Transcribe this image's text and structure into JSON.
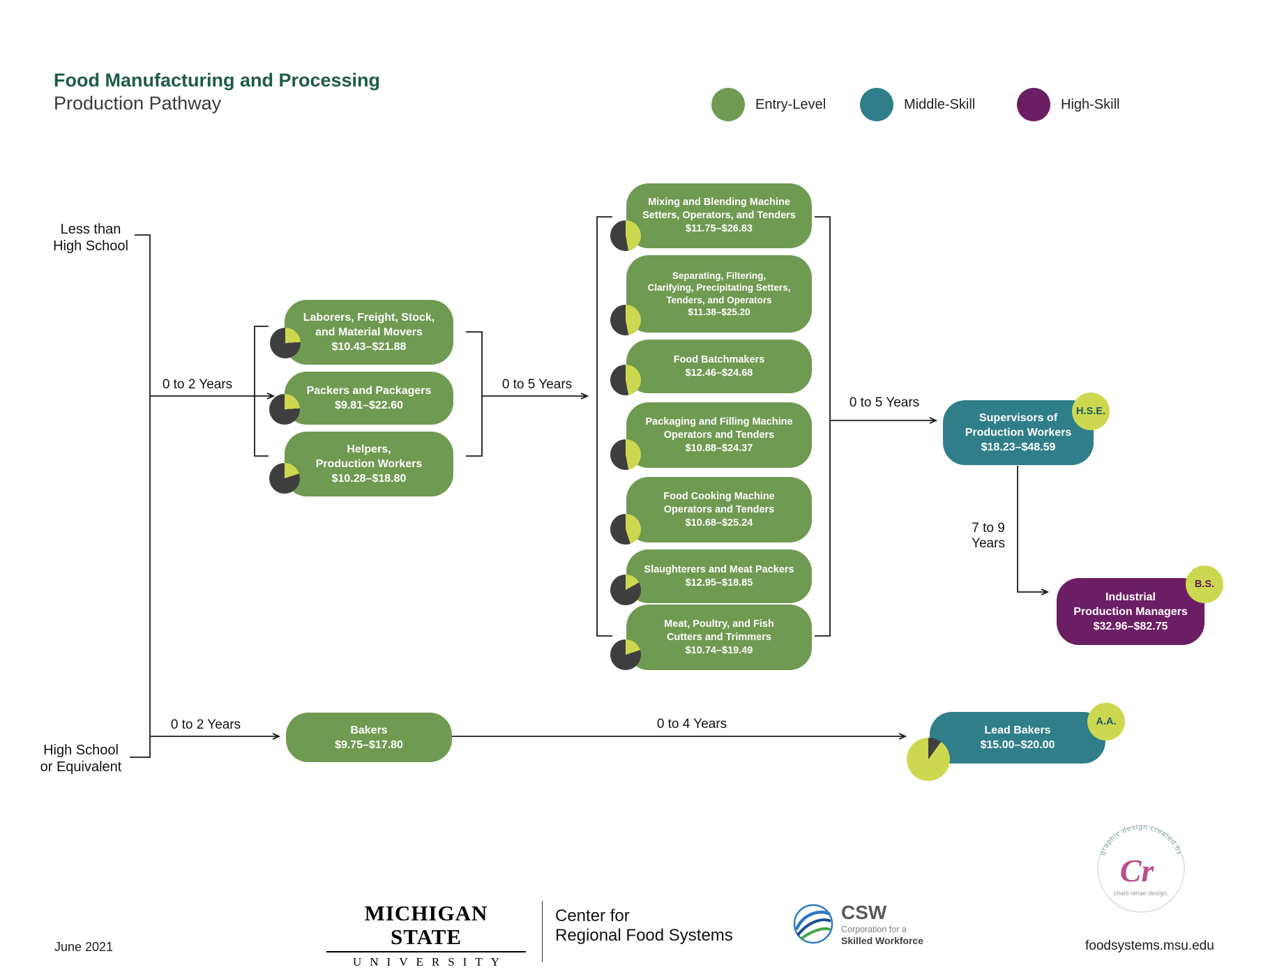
{
  "title": "Food Manufacturing and Processing",
  "subtitle": "Production Pathway",
  "legend": [
    {
      "label": "Entry-Level",
      "color": "#6f9a52"
    },
    {
      "label": "Middle-Skill",
      "color": "#2f7e89"
    },
    {
      "label": "High-Skill",
      "color": "#6b1e63"
    }
  ],
  "colors": {
    "entry_green": "#6f9a52",
    "middle_teal": "#2f7e89",
    "high_purple": "#6b1e63",
    "pie_lime": "#ccd850",
    "pie_dark": "#3f3e3e",
    "title_green": "#1e5b4a",
    "line_black": "#1a1a1a"
  },
  "entry_points": [
    {
      "label": "Less than\nHigh School"
    },
    {
      "label": "High School\nor Equivalent"
    }
  ],
  "flow_labels": {
    "lt_hs_to_entry": "0 to 2 Years",
    "entry_to_operators": "0 to 5 Years",
    "operators_to_supervisors": "0 to 5 Years",
    "supervisors_to_managers": "7 to 9\nYears",
    "hs_to_bakers": "0 to 2 Years",
    "bakers_to_lead_bakers": "0 to 4 Years"
  },
  "jobs": [
    {
      "title": "Laborers, Freight, Stock,\nand Material Movers",
      "salary": "$10.43–$21.88",
      "level": "entry",
      "pie": {
        "fraction": 0.24
      }
    },
    {
      "title": "Packers and Packagers",
      "salary": "$9.81–$22.60",
      "level": "entry",
      "pie": {
        "fraction": 0.24
      }
    },
    {
      "title": "Helpers,\nProduction Workers",
      "salary": "$10.28–$18.80",
      "level": "entry",
      "pie": {
        "fraction": 0.2
      }
    },
    {
      "title": "Mixing and Blending Machine\nSetters, Operators, and Tenders",
      "salary": "$11.75–$26.83",
      "level": "entry",
      "pie": {
        "fraction": 0.47
      }
    },
    {
      "title": "Separating, Filtering,\nClarifying, Precipitating Setters,\nTenders, and Operators",
      "salary": "$11.38–$25.20",
      "level": "entry",
      "pie": {
        "fraction": 0.47
      }
    },
    {
      "title": "Food Batchmakers",
      "salary": "$12.46–$24.68",
      "level": "entry",
      "pie": {
        "fraction": 0.47
      }
    },
    {
      "title": "Packaging and Filling Machine\nOperators and Tenders",
      "salary": "$10.88–$24.37",
      "level": "entry",
      "pie": {
        "fraction": 0.47
      }
    },
    {
      "title": "Food Cooking Machine\nOperators and Tenders",
      "salary": "$10.68–$25.24",
      "level": "entry",
      "pie": {
        "fraction": 0.45
      }
    },
    {
      "title": "Slaughterers and Meat Packers",
      "salary": "$12.95–$18.85",
      "level": "entry",
      "pie": {
        "fraction": 0.17
      }
    },
    {
      "title": "Meat, Poultry, and Fish\nCutters and Trimmers",
      "salary": "$10.74–$19.49",
      "level": "entry",
      "pie": {
        "fraction": 0.2
      }
    },
    {
      "title": "Supervisors of\nProduction Workers",
      "salary": "$18.23–$48.59",
      "level": "middle",
      "badge": "H.S.E."
    },
    {
      "title": "Industrial\nProduction Managers",
      "salary": "$32.96–$82.75",
      "level": "high",
      "badge": "B.S."
    },
    {
      "title": "Bakers",
      "salary": "$9.75–$17.80",
      "level": "entry"
    },
    {
      "title": "Lead Bakers",
      "salary": "$15.00–$20.00",
      "level": "middle",
      "badge": "A.A.",
      "pie": {
        "fraction": 0.1,
        "invert": true
      }
    }
  ],
  "footer": {
    "date": "June 2021",
    "msu": {
      "line1": "MICHIGAN STATE",
      "line2": "UNIVERSITY"
    },
    "crfs": {
      "line1": "Center for",
      "line2": "Regional Food Systems"
    },
    "csw": {
      "acronym": "CSW",
      "line1": "Corporation for a",
      "line2": "Skilled Workforce"
    },
    "website": "foodsystems.msu.edu"
  },
  "credit": {
    "arc_text": "graphic design created by",
    "monogram": "Cr",
    "name": "charli renae design."
  }
}
